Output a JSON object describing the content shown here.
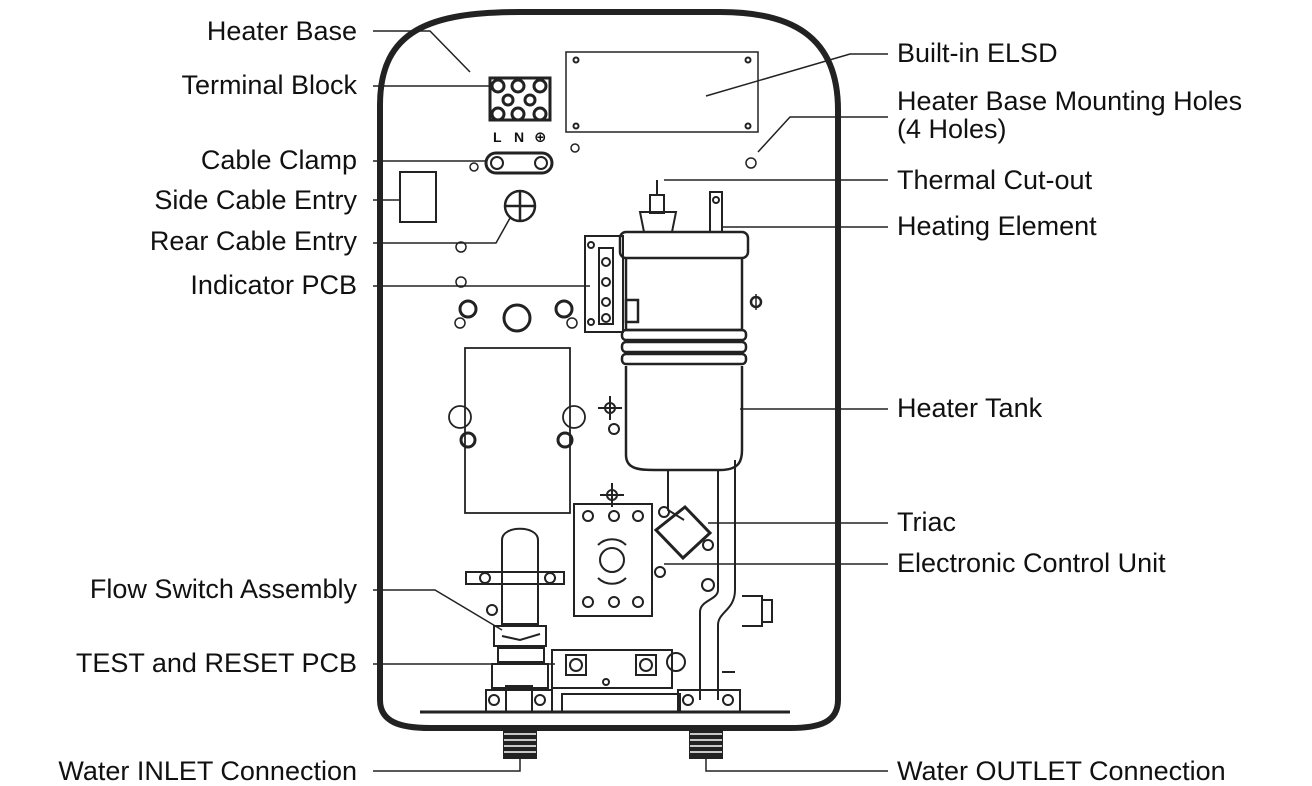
{
  "labels_left": {
    "heater_base": "Heater Base",
    "terminal_block": "Terminal Block",
    "cable_clamp": "Cable Clamp",
    "side_cable_entry": "Side Cable Entry",
    "rear_cable_entry": "Rear Cable Entry",
    "indicator_pcb": "Indicator PCB",
    "flow_switch_assembly": "Flow Switch Assembly",
    "test_reset_pcb": "TEST and RESET PCB",
    "water_inlet": "Water INLET Connection"
  },
  "labels_right": {
    "built_in_elsd": "Built-in ELSD",
    "mounting_holes_line1": "Heater Base Mounting Holes",
    "mounting_holes_line2": "(4 Holes)",
    "thermal_cutout": "Thermal Cut-out",
    "heating_element": "Heating Element",
    "heater_tank": "Heater Tank",
    "triac": "Triac",
    "electronic_control_unit": "Electronic Control Unit",
    "water_outlet": "Water OUTLET Connection"
  },
  "terminal_markings": {
    "l": "L",
    "n": "N",
    "earth": "⊕"
  }
}
